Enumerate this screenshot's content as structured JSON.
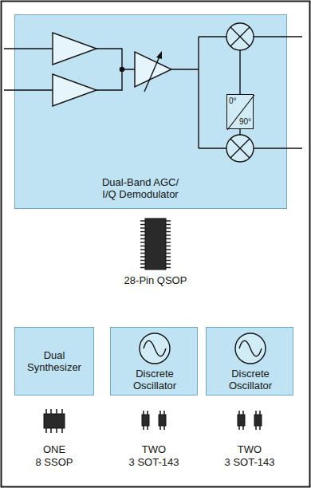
{
  "diagram": {
    "nodes": [
      {
        "text": [
          "Dual-Band AGC/ I/Q Demodulator"
        ]
      },
      {
        "text": [
          "0°",
          "90°"
        ],
        "in": 0
      },
      {
        "text": [
          "Dual Synthesizer"
        ]
      },
      {
        "text": [
          "Discrete Oscillator"
        ]
      },
      {
        "text": [
          "Discrete Oscillator"
        ]
      }
    ],
    "labels": [
      "28-Pin QSOP",
      "ONE",
      "8 SSOP",
      "TWO",
      "3 SOT-143",
      "TWO",
      "3 SOT-143"
    ]
  }
}
